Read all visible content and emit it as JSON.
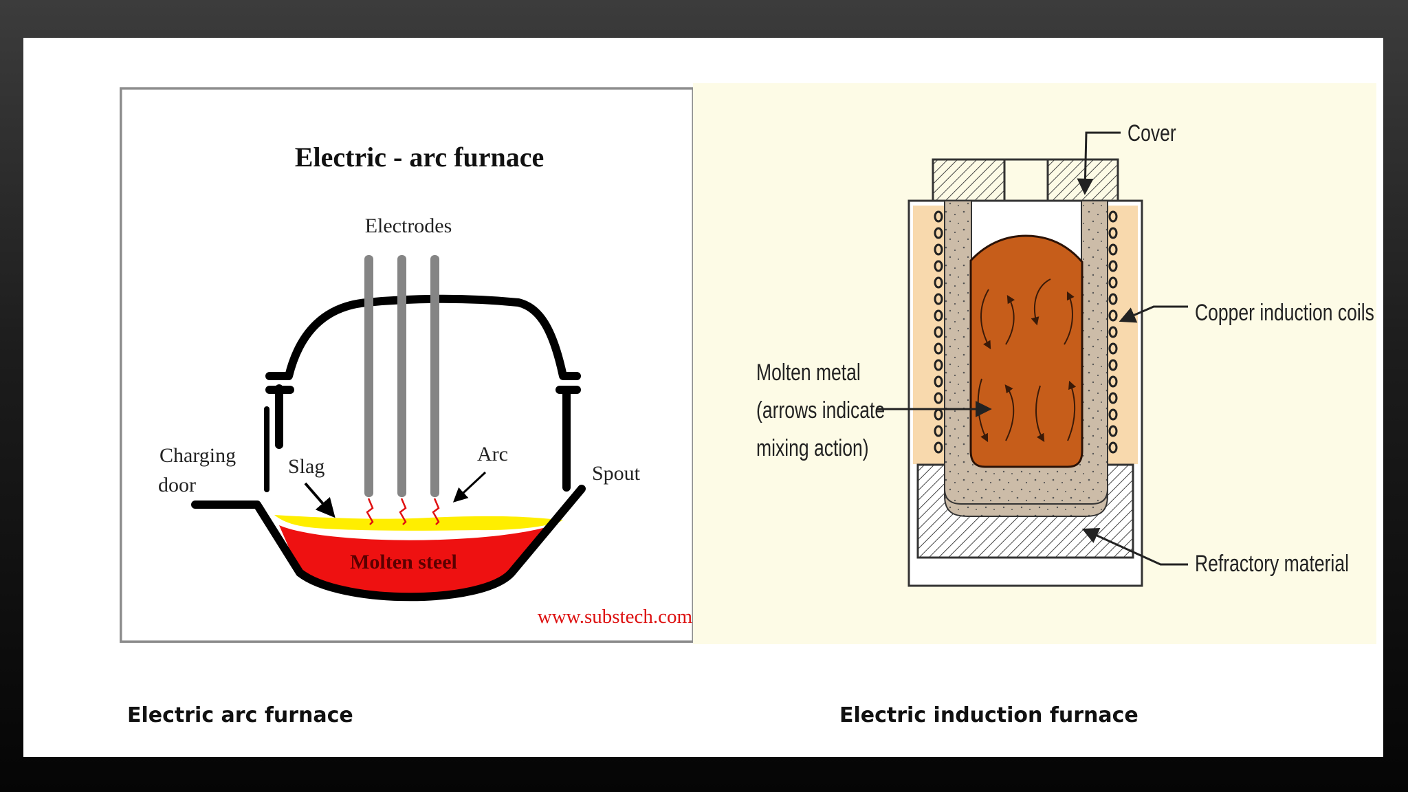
{
  "arc_furnace": {
    "title": "Electric - arc furnace",
    "labels": {
      "electrodes": "Electrodes",
      "charging_door_line1": "Charging",
      "charging_door_line2": "door",
      "slag": "Slag",
      "arc": "Arc",
      "spout": "Spout",
      "molten_steel": "Molten steel"
    },
    "watermark": "www.substech.com",
    "caption": "Electric arc furnace"
  },
  "induction_furnace": {
    "labels": {
      "cover": "Cover",
      "copper_coils": "Copper induction coils",
      "molten_metal_line1": "Molten metal",
      "molten_metal_line2": "(arrows indicate",
      "molten_metal_line3": "mixing action)",
      "refractory": "Refractory material"
    },
    "caption": "Electric induction furnace"
  },
  "colors": {
    "background": "#1c1c1c",
    "slide": "#ffffff",
    "panel_border": "#8c8c8c",
    "induction_bg": "#fdfbe6",
    "molten_steel": "#ee1111",
    "slag": "#ffee00",
    "watermark": "#dd1111",
    "molten_metal": "#c65d1a",
    "refractory": "#ccbca8",
    "coil_zone": "#f8d9ad"
  }
}
